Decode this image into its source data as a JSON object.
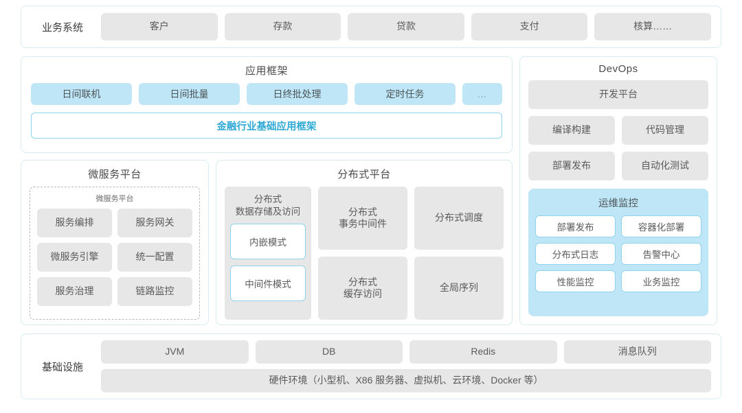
{
  "business_system": {
    "label": "业务系统",
    "items": [
      "客户",
      "存款",
      "贷款",
      "支付",
      "核算……"
    ]
  },
  "app_framework": {
    "title": "应用框架",
    "chips": [
      "日间联机",
      "日间批量",
      "日终批处理",
      "定时任务"
    ],
    "more": "...",
    "highlight": "金融行业基础应用框架"
  },
  "microservice": {
    "title": "微服务平台",
    "subtitle": "微服务平台",
    "items": [
      "服务编排",
      "服务网关",
      "微服务引擎",
      "统一配置",
      "服务治理",
      "链路监控"
    ]
  },
  "distributed": {
    "title": "分布式平台",
    "storage": {
      "label": "分布式\n数据存储及访问",
      "label_line1": "分布式",
      "label_line2": "数据存储及访问",
      "modes": [
        "内嵌模式",
        "中间件模式"
      ]
    },
    "col2": [
      {
        "line1": "分布式",
        "line2": "事务中间件"
      },
      {
        "line1": "分布式",
        "line2": "缓存访问"
      }
    ],
    "col3": [
      {
        "line1": "分布式调度",
        "line2": ""
      },
      {
        "line1": "全局序列",
        "line2": ""
      }
    ]
  },
  "devops": {
    "title": "DevOps",
    "platform": "开发平台",
    "items": [
      "编译构建",
      "代码管理",
      "部署发布",
      "自动化测试"
    ],
    "ops": {
      "title": "运维监控",
      "items": [
        "部署发布",
        "容器化部署",
        "分布式日志",
        "告警中心",
        "性能监控",
        "业务监控"
      ]
    }
  },
  "infrastructure": {
    "label": "基础设施",
    "items": [
      "JVM",
      "DB",
      "Redis",
      "消息队列"
    ],
    "hardware": "硬件环境（小型机、X86 服务器、虚拟机、云环境、Docker 等）"
  },
  "colors": {
    "accent": "#2ea9d6",
    "chip_blue": "#bfe6f7",
    "chip_gray": "#e7e7e8",
    "panel_border": "#d6eef5"
  }
}
